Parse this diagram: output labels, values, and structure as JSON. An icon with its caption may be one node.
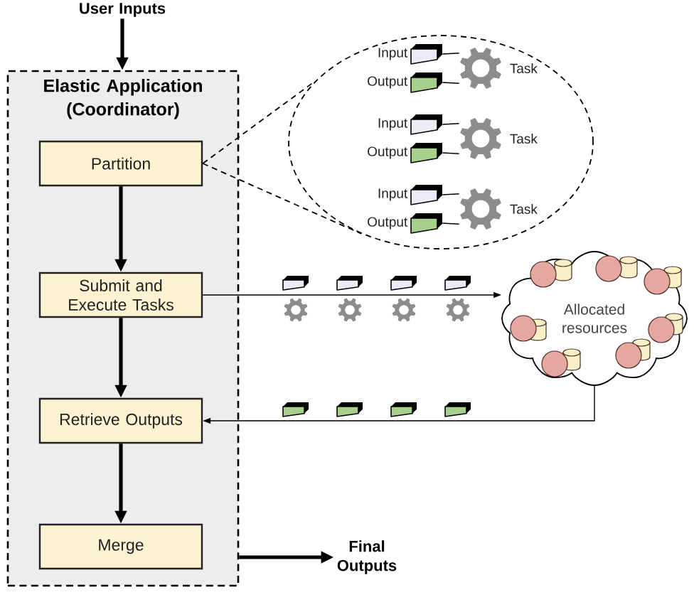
{
  "diagram": {
    "nodes": [
      {
        "text": [
          "User Inputs"
        ]
      },
      {
        "text": [
          "Elastic Application (Coordinator)"
        ]
      },
      {
        "text": [
          "Partition"
        ],
        "in": 1
      },
      {
        "text": [
          "Submit and Execute Tasks"
        ],
        "in": 1
      },
      {
        "text": [
          "Retrieve Outputs"
        ],
        "in": 1
      },
      {
        "text": [
          "Merge"
        ],
        "in": 1
      },
      {
        "text": [],
        "shape": "ellipse"
      },
      {
        "text": [],
        "shape": "picture",
        "beside": [
          "Input"
        ],
        "in": 6
      },
      {
        "text": [],
        "shape": "picture",
        "beside": [
          "Output"
        ],
        "in": 6
      },
      {
        "text": [],
        "shape": "picture",
        "beside": [
          "Task"
        ],
        "in": 6
      },
      {
        "text": [],
        "shape": "picture",
        "beside": [
          "Input"
        ],
        "in": 6
      },
      {
        "text": [],
        "shape": "picture",
        "beside": [
          "Output"
        ],
        "in": 6
      },
      {
        "text": [],
        "shape": "picture",
        "beside": [
          "Task"
        ],
        "in": 6
      },
      {
        "text": [],
        "shape": "picture",
        "beside": [
          "Input"
        ],
        "in": 6
      },
      {
        "text": [],
        "shape": "picture",
        "beside": [
          "Output"
        ],
        "in": 6
      },
      {
        "text": [],
        "shape": "picture",
        "beside": [
          "Task"
        ],
        "in": 6
      },
      {
        "text": [
          "Allocated resources"
        ]
      },
      {
        "text": [
          "Final Outputs"
        ]
      }
    ],
    "edges": [
      {
        "from": 0,
        "to": 1,
        "arrow": "to",
        "style": "thick"
      },
      {
        "from": 2,
        "to": 3,
        "arrow": "to",
        "style": "thick"
      },
      {
        "from": 3,
        "to": 4,
        "arrow": "to",
        "style": "thick"
      },
      {
        "from": 4,
        "to": 5,
        "arrow": "to",
        "style": "thick"
      },
      {
        "from": 1,
        "to": 17,
        "arrow": "to",
        "style": "thick"
      },
      {
        "from": 2,
        "to": 6,
        "arrow": "none",
        "style": "dashed"
      },
      {
        "from": 2,
        "to": 6,
        "arrow": "none",
        "style": "dashed"
      },
      {
        "from": 7,
        "to": 9,
        "arrow": "none"
      },
      {
        "from": 8,
        "to": 9,
        "arrow": "none"
      },
      {
        "from": 10,
        "to": 12,
        "arrow": "none"
      },
      {
        "from": 11,
        "to": 12,
        "arrow": "none"
      },
      {
        "from": 13,
        "to": 15,
        "arrow": "none"
      },
      {
        "from": 14,
        "to": 15,
        "arrow": "none"
      },
      {
        "from": 3,
        "to": 16,
        "arrow": "to"
      },
      {
        "from": 16,
        "to": 4,
        "arrow": "to"
      }
    ]
  }
}
